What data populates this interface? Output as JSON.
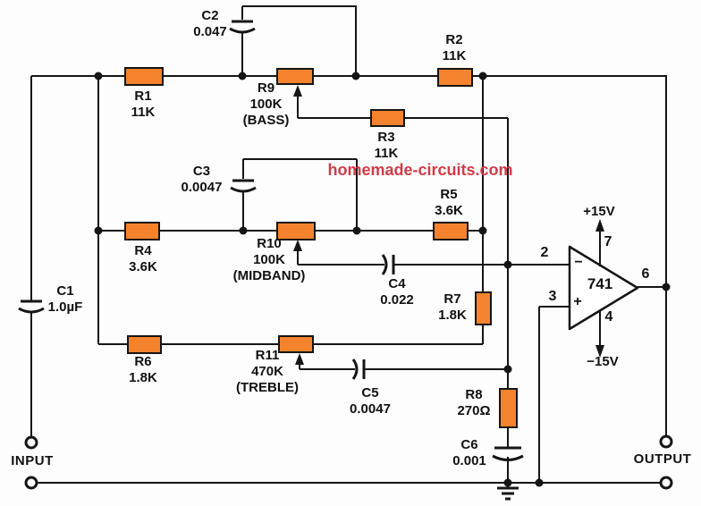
{
  "watermark": {
    "text": "homemade-circuits.com",
    "color": "#d03c48"
  },
  "terminals": {
    "input": "INPUT",
    "output": "OUTPUT"
  },
  "opamp": {
    "part": "741",
    "inverting_sign": "−",
    "noninverting_sign": "+",
    "pins": {
      "inverting": "2",
      "noninverting": "3",
      "v_plus": "7",
      "v_minus": "4",
      "output": "6"
    },
    "supplies": {
      "positive": "+15V",
      "negative": "−15V"
    }
  },
  "components": {
    "R1": {
      "ref": "R1",
      "value": "11K"
    },
    "R2": {
      "ref": "R2",
      "value": "11K"
    },
    "R3": {
      "ref": "R3",
      "value": "11K"
    },
    "R4": {
      "ref": "R4",
      "value": "3.6K"
    },
    "R5": {
      "ref": "R5",
      "value": "3.6K"
    },
    "R6": {
      "ref": "R6",
      "value": "1.8K"
    },
    "R7": {
      "ref": "R7",
      "value": "1.8K"
    },
    "R8": {
      "ref": "R8",
      "value": "270Ω"
    },
    "R9": {
      "ref": "R9",
      "value": "100K",
      "function": "(BASS)"
    },
    "R10": {
      "ref": "R10",
      "value": "100K",
      "function": "(MIDBAND)"
    },
    "R11": {
      "ref": "R11",
      "value": "470K",
      "function": "(TREBLE)"
    },
    "C1": {
      "ref": "C1",
      "value": "1.0µF"
    },
    "C2": {
      "ref": "C2",
      "value": "0.047"
    },
    "C3": {
      "ref": "C3",
      "value": "0.0047"
    },
    "C4": {
      "ref": "C4",
      "value": "0.022"
    },
    "C5": {
      "ref": "C5",
      "value": "0.0047"
    },
    "C6": {
      "ref": "C6",
      "value": "0.001"
    }
  },
  "colors": {
    "wire": "#151515",
    "resistor_fill": "#f5832e",
    "background": "#fdfdfd",
    "watermark": "#d03c48"
  }
}
